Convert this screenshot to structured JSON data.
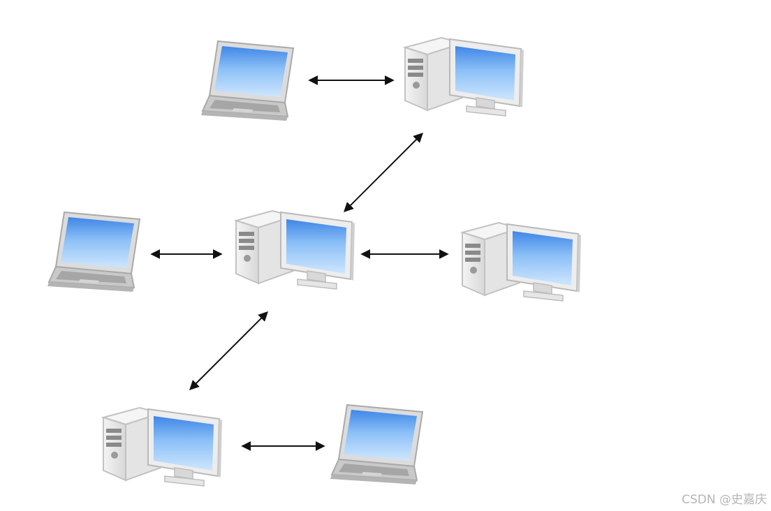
{
  "diagram": {
    "nodes": [
      {
        "id": "laptop-top-left",
        "kind": "laptop"
      },
      {
        "id": "desktop-top-right",
        "kind": "desktop"
      },
      {
        "id": "laptop-middle-left",
        "kind": "laptop"
      },
      {
        "id": "desktop-center",
        "kind": "desktop"
      },
      {
        "id": "desktop-middle-right",
        "kind": "desktop"
      },
      {
        "id": "desktop-bottom-left",
        "kind": "desktop"
      },
      {
        "id": "laptop-bottom-right",
        "kind": "laptop"
      }
    ],
    "edges": [
      {
        "from": "laptop-top-left",
        "to": "desktop-top-right",
        "style": "double-arrow"
      },
      {
        "from": "desktop-top-right",
        "to": "desktop-center",
        "style": "double-arrow"
      },
      {
        "from": "laptop-middle-left",
        "to": "desktop-center",
        "style": "double-arrow"
      },
      {
        "from": "desktop-center",
        "to": "desktop-middle-right",
        "style": "double-arrow"
      },
      {
        "from": "desktop-center",
        "to": "desktop-bottom-left",
        "style": "double-arrow"
      },
      {
        "from": "desktop-bottom-left",
        "to": "laptop-bottom-right",
        "style": "double-arrow"
      }
    ],
    "colors": {
      "screen": "#7fb3f0",
      "case": "#e9e9e9",
      "stroke": "#b9b9b9",
      "arrow": "#111111"
    }
  },
  "watermark": "CSDN @史嘉庆"
}
